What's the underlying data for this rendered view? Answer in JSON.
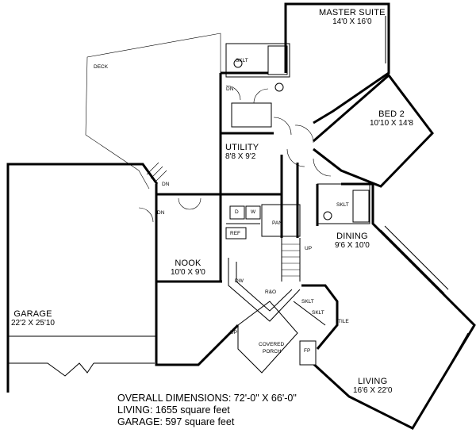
{
  "rooms": {
    "master": {
      "name": "MASTER SUITE",
      "dims": "14'0 X 16'0"
    },
    "bed2": {
      "name": "BED 2",
      "dims": "10'10 X 14'8"
    },
    "utility": {
      "name": "UTILITY",
      "dims": "8'8 X 9'2"
    },
    "dining": {
      "name": "DINING",
      "dims": "9'6 X 10'0"
    },
    "nook": {
      "name": "NOOK",
      "dims": "10'0 X 9'0"
    },
    "garage": {
      "name": "GARAGE",
      "dims": "22'2 X 25'10"
    },
    "living": {
      "name": "LIVING",
      "dims": "16'6 X 22'0"
    }
  },
  "tags": {
    "deck": "DECK",
    "dn_hall": "DN",
    "dn_deck": "DN",
    "dn_garage": "DN",
    "sklt_master": "SKLT",
    "sklt_bath2": "SKLT",
    "sklt_entry_1": "SKLT",
    "sklt_entry_2": "SKLT",
    "washer": "W",
    "dryer": "D",
    "ref": "REF",
    "pan": "PAN",
    "up_stair": "UP",
    "up_porch": "UP",
    "dw": "DW",
    "rangeoven": "R&O",
    "tile": "TILE",
    "fp": "FP",
    "porch_line1": "COVERED",
    "porch_line2": "PORCH"
  },
  "summary": {
    "overall": "OVERALL DIMENSIONS: 72'-0\" X 66'-0\"",
    "living": "LIVING: 1655 square feet",
    "garage": "GARAGE: 597 square feet"
  }
}
